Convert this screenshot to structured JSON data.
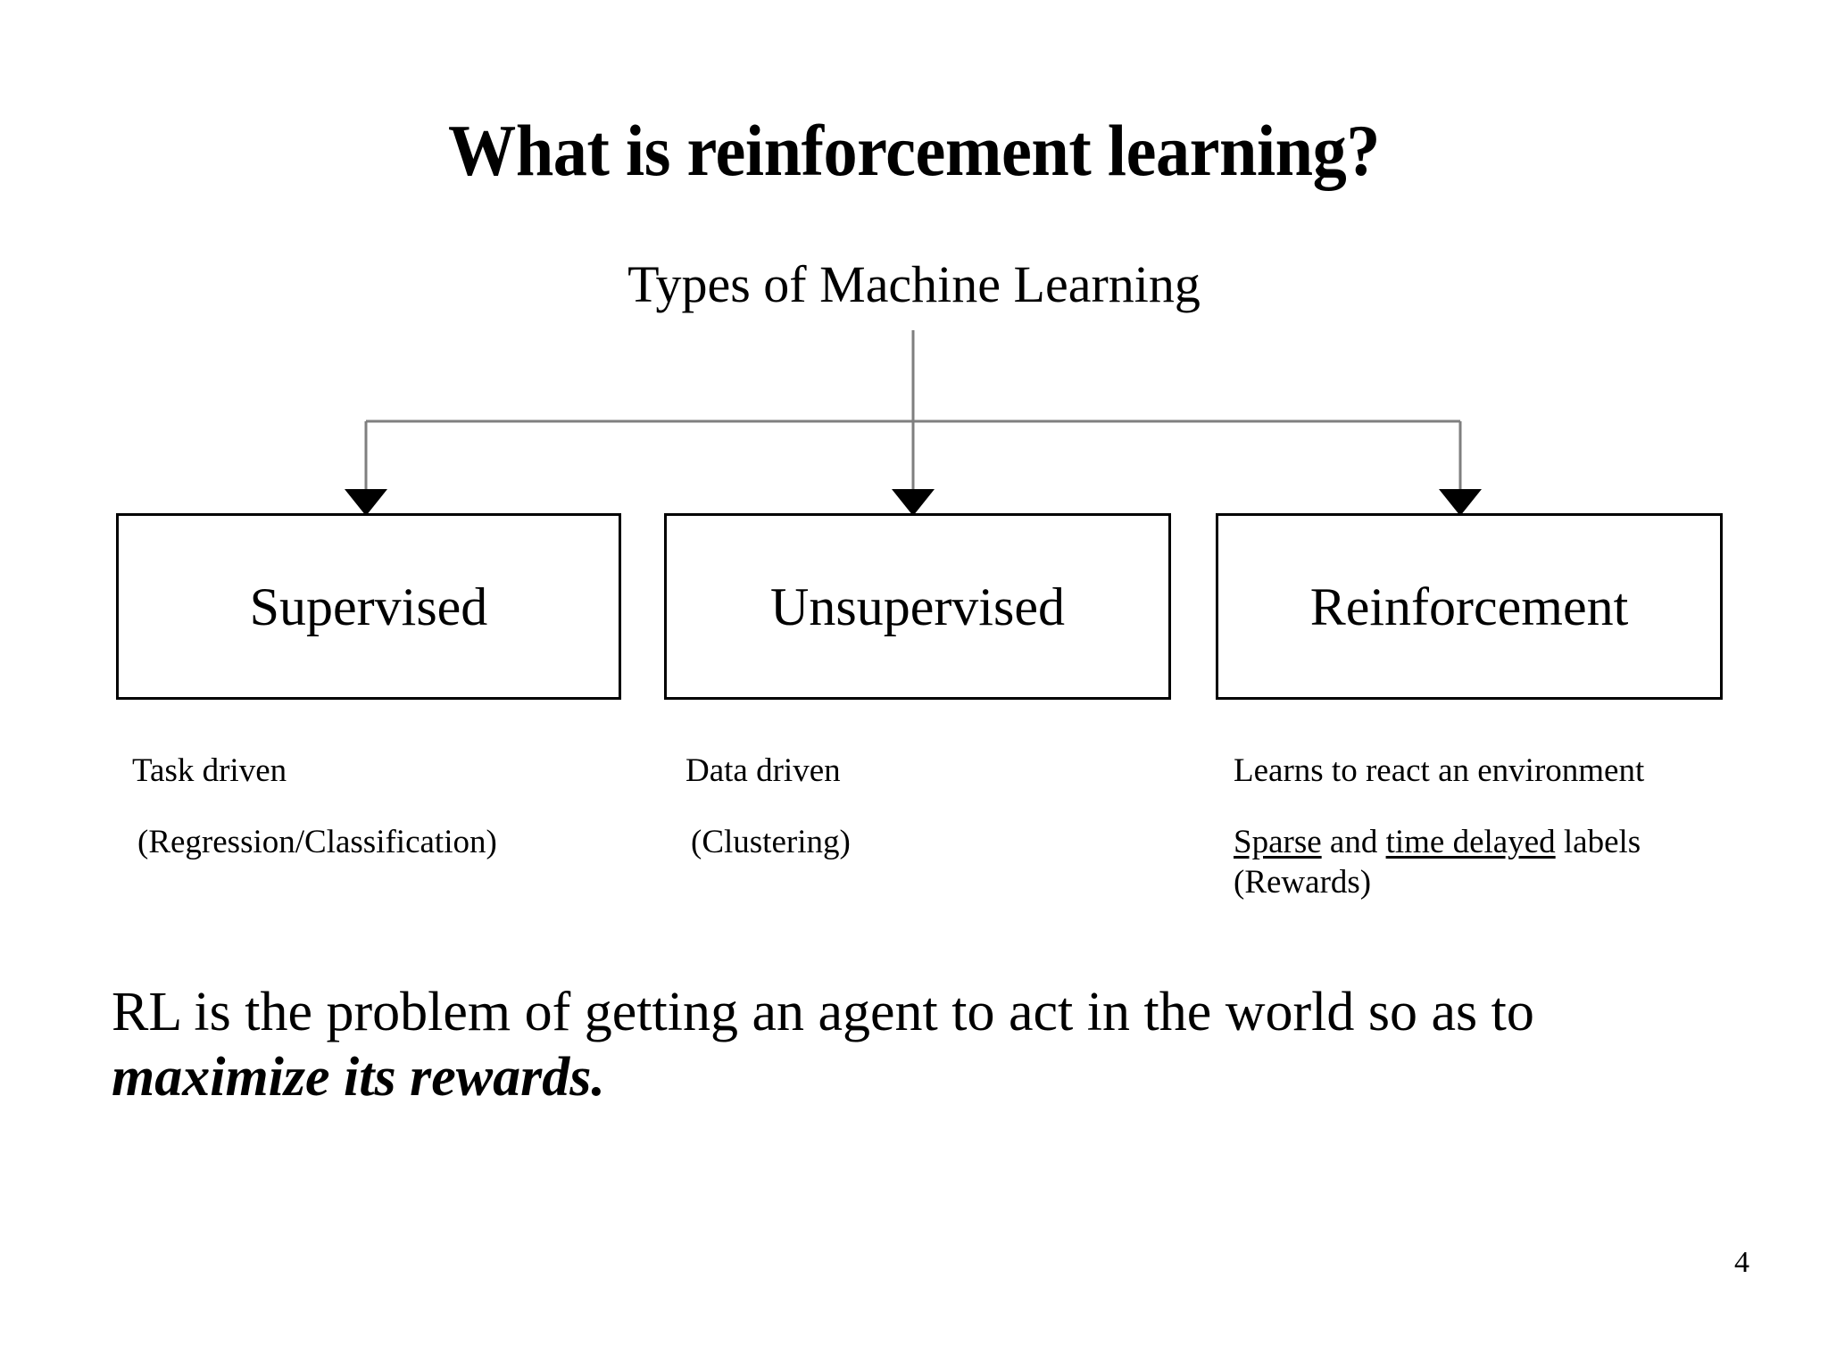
{
  "slide": {
    "title": "What is reinforcement learning?",
    "page_number": "4",
    "background_color": "#ffffff",
    "text_color": "#000000"
  },
  "diagram": {
    "root_label": "Types of Machine Learning",
    "connector_color": "#808080",
    "arrow_color": "#000000",
    "box_border_color": "#000000",
    "nodes": [
      {
        "id": "supervised",
        "label": "Supervised",
        "caption_line_1": "Task driven",
        "caption_line_2": "(Regression/Classification)"
      },
      {
        "id": "unsupervised",
        "label": "Unsupervised",
        "caption_line_1": "Data driven",
        "caption_line_2": "(Clustering)"
      },
      {
        "id": "reinforcement",
        "label": "Reinforcement",
        "caption_line_1": "Learns to react an environment",
        "caption_line_2_part_1": "Sparse",
        "caption_line_2_part_2": " and ",
        "caption_line_2_part_3": "time delayed",
        "caption_line_2_part_4": " labels",
        "caption_line_3": "(Rewards)"
      }
    ]
  },
  "summary": {
    "line_1": "RL is the problem of getting an agent to act in the world so as to",
    "line_2_emphasis": "maximize its rewards."
  }
}
